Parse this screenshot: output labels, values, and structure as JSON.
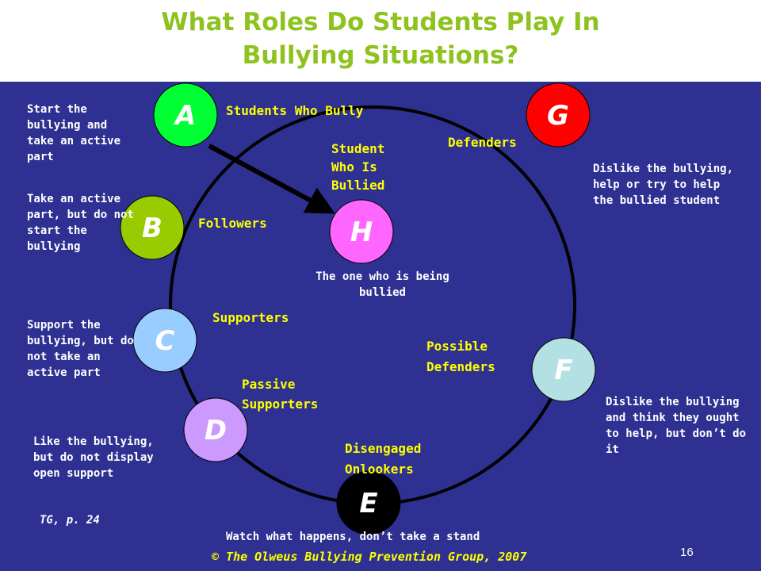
{
  "slide": {
    "title_line1": "What Roles Do Students Play In",
    "title_line2": "Bullying Situations?",
    "footer": "© The Olweus Bullying Prevention Group, 2007",
    "page_number": "16",
    "reference": "TG, p. 24"
  },
  "colors": {
    "background": "#2e3191",
    "title": "#8dc21f",
    "role_label": "#ffff00",
    "description": "#ffffff"
  },
  "nodes": [
    {
      "letter": "A",
      "role": "Students Who Bully",
      "description": "Start the bullying and take an active part",
      "color": "#00ff33"
    },
    {
      "letter": "B",
      "role": "Followers",
      "description": "Take an active part, but do not start the bullying",
      "color": "#99cc00"
    },
    {
      "letter": "C",
      "role": "Supporters",
      "description": "Support the bullying, but do not take an active part",
      "color": "#99ccff"
    },
    {
      "letter": "D",
      "role": "Passive Supporters",
      "description": "Like the bullying, but do not display open support",
      "color": "#cc99ff"
    },
    {
      "letter": "E",
      "role": "Disengaged Onlookers",
      "description": "Watch what happens, don’t take a stand",
      "color": "#000000"
    },
    {
      "letter": "F",
      "role": "Possible Defenders",
      "description": "Dislike the bullying and think they ought to help, but don’t do it",
      "color": "#b3e0e3"
    },
    {
      "letter": "G",
      "role": "Defenders",
      "description": "Dislike the bullying, help or try to help the bullied student",
      "color": "#ff0000"
    },
    {
      "letter": "H",
      "role": "Student Who Is Bullied",
      "description": "The one who is being bullied",
      "color": "#ff66ff"
    }
  ]
}
